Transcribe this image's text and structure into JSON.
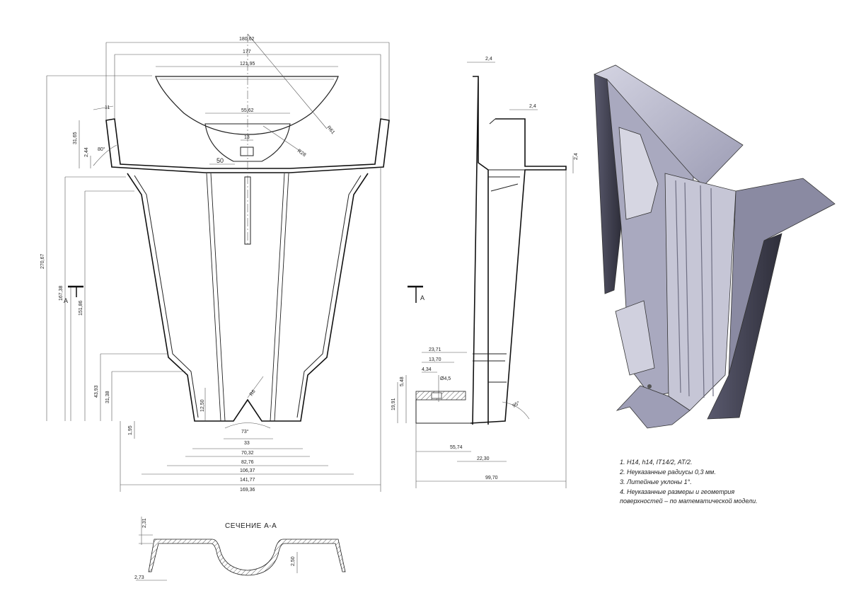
{
  "front_view": {
    "dims": {
      "width_overall": "180,62",
      "width_top": "177",
      "bowl_width": "121,95",
      "bowl_radius": "R61",
      "inner_cup_width": "55,62",
      "cup_radius": "R28",
      "slot_width": "13",
      "flange_offset": "50",
      "flange_height": "2,44",
      "ear_height": "31,65",
      "ear_small": "11",
      "angle_top": "80°",
      "height_overall": "270,67",
      "height_body": "167,38",
      "height_inner": "151,86",
      "lower_height": "43,93",
      "lower_inner": "31,38",
      "notch_depth": "12,50",
      "notch_radius": "R6",
      "notch_angle": "73°",
      "base_offset": "1,95",
      "w_33": "33",
      "w_70": "70,32",
      "w_82": "82,76",
      "w_106": "106,37",
      "w_141": "141,77",
      "w_169": "169,36"
    }
  },
  "side_view": {
    "dims": {
      "top_thickness": "2,4",
      "lip_thickness": "2,4",
      "lip_right": "2,4",
      "w_23": "23,71",
      "w_13": "13,70",
      "w_4": "4,34",
      "hole": "Ø4,5",
      "h_5": "5,48",
      "h_19": "19,91",
      "angle": "95°",
      "w_55": "55,74",
      "w_22": "22,30",
      "w_99": "99,70"
    },
    "section_marker": "A"
  },
  "section": {
    "title": "СЕЧЕНИЕ А-А",
    "dims": {
      "top": "2,31",
      "left": "2,73",
      "depth": "2,50"
    }
  },
  "notes": [
    "1. H14, h14, IT14/2, AT/2.",
    "2. Неуказанные радиусы 0,3 мм.",
    "3. Литейные уклоны 1°.",
    "4. Неуказанные размеры и геометрия",
    "поверхностей – по математической модели."
  ],
  "colors": {
    "line": "#222222",
    "render_light": "#b9b9cc",
    "render_mid": "#8d8da6",
    "render_dark": "#3c3c4a"
  }
}
